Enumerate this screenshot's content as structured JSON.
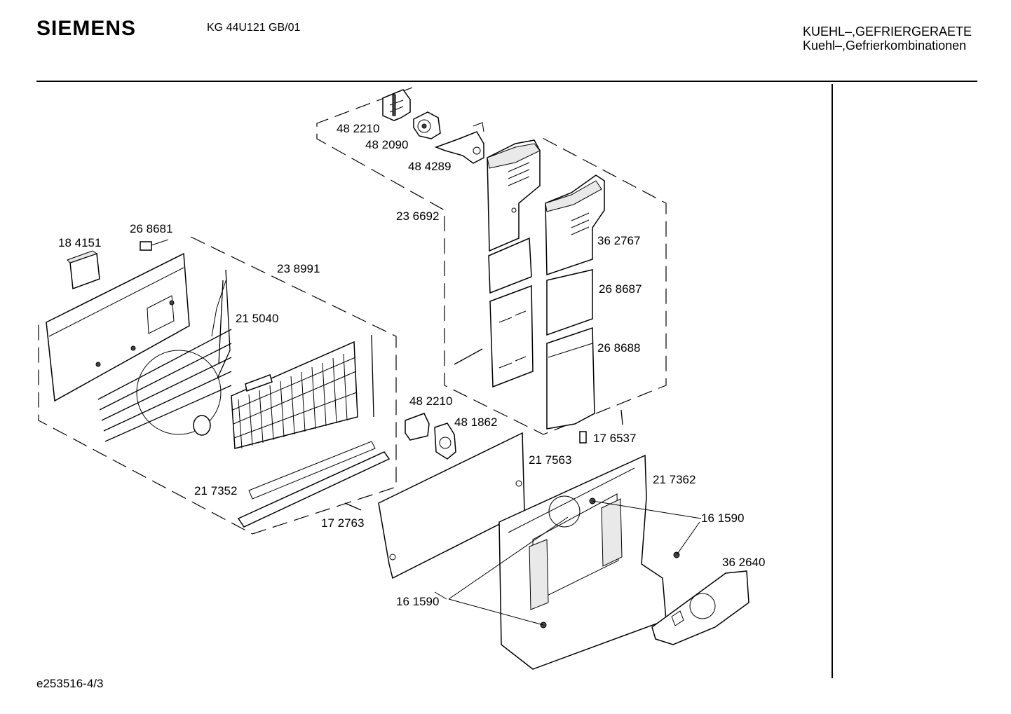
{
  "header": {
    "brand": "SIEMENS",
    "model": "KG 44U121 GB/01",
    "category_line1": "KUEHL–,GEFRIERGERAETE",
    "category_line2": "Kuehl–,Gefrierkombinationen"
  },
  "footer": {
    "doc_id": "e253516-4/3"
  },
  "parts": [
    "48 2210",
    "48 2090",
    "48 4289",
    "23 6692",
    "36 2767",
    "26 8687",
    "26 8688",
    "26 8681",
    "18 4151",
    "23 8991",
    "21 5040",
    "48 2210",
    "48 1862",
    "17 6537",
    "21 7563",
    "21 7362",
    "21 7352",
    "17 2763",
    "16 1590",
    "36 2640",
    "16 1590"
  ]
}
